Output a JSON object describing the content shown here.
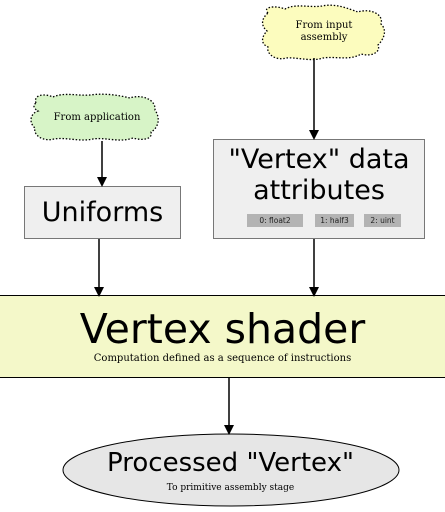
{
  "clouds": {
    "input_assembly": "From input assembly",
    "application": "From application"
  },
  "uniforms": {
    "label": "Uniforms"
  },
  "vertex_attributes": {
    "title_line1": "\"Vertex\" data",
    "title_line2": "attributes",
    "attributes": [
      {
        "label": "0: float2"
      },
      {
        "label": "1: half3"
      },
      {
        "label": "2: uint"
      }
    ]
  },
  "vertex_shader": {
    "title": "Vertex shader",
    "subtitle": "Computation defined as a sequence of instructions"
  },
  "processed_vertex": {
    "title": "Processed \"Vertex\"",
    "subtitle": "To primitive assembly stage"
  },
  "colors": {
    "cloud_fill": "#d7f4c7",
    "cloud_input_fill": "#fcfcbe",
    "box_fill": "#efefef",
    "chip_fill": "#b3b3b3",
    "shader_fill": "#f4f8c9",
    "ellipse_fill": "#e6e6e6"
  }
}
